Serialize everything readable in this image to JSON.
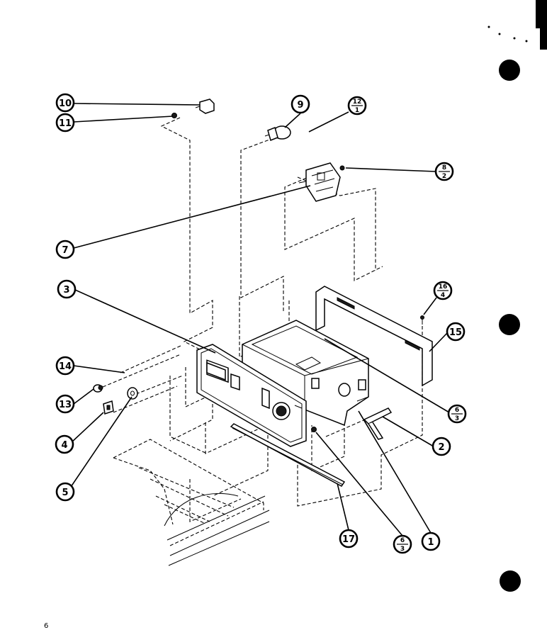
{
  "page_number": "6",
  "callouts": [
    {
      "id": "c10",
      "top": "10"
    },
    {
      "id": "c11",
      "top": "11"
    },
    {
      "id": "c9",
      "top": "9"
    },
    {
      "id": "c12",
      "top": "12",
      "bottom": "1"
    },
    {
      "id": "c8",
      "top": "8",
      "bottom": "2"
    },
    {
      "id": "c7",
      "top": "7"
    },
    {
      "id": "c3",
      "top": "3"
    },
    {
      "id": "c16",
      "top": "16",
      "bottom": "4"
    },
    {
      "id": "c15",
      "top": "15"
    },
    {
      "id": "c14",
      "top": "14"
    },
    {
      "id": "c13",
      "top": "13"
    },
    {
      "id": "c6a",
      "top": "6",
      "bottom": "3"
    },
    {
      "id": "c4",
      "top": "4"
    },
    {
      "id": "c2",
      "top": "2"
    },
    {
      "id": "c5",
      "top": "5"
    },
    {
      "id": "c17",
      "top": "17"
    },
    {
      "id": "c6b",
      "top": "6",
      "bottom": "3"
    },
    {
      "id": "c1",
      "top": "1"
    }
  ]
}
